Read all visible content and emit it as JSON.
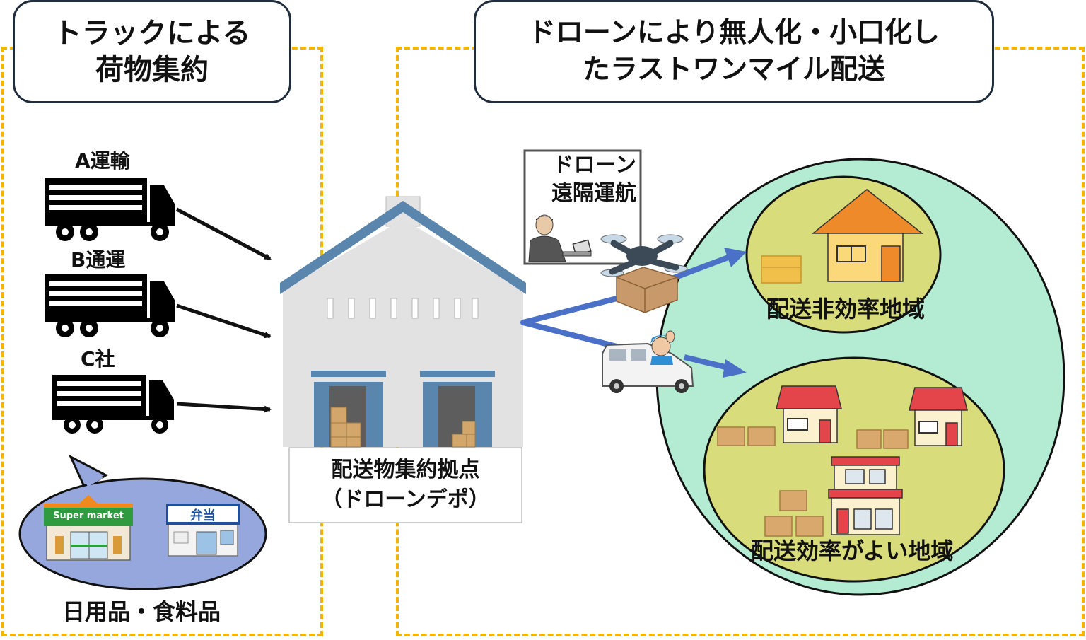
{
  "left_panel": {
    "title_line1": "トラックによる",
    "title_line2": "荷物集約",
    "trucks": [
      {
        "label": "A運輸"
      },
      {
        "label": "B通運"
      },
      {
        "label": "C社"
      }
    ],
    "bubble": {
      "supermarket_sign": "Super market",
      "bento_sign": "弁当"
    },
    "footer_label": "日用品・食料品"
  },
  "right_panel": {
    "title_line1": "ドローンにより無人化・小口化し",
    "title_line2": "たラストワンマイル配送",
    "remote_box_line1": "ドローン",
    "remote_box_line2": "遠隔運航",
    "inefficient_area_label": "配送非効率地域",
    "efficient_area_label": "配送効率がよい地域"
  },
  "depot": {
    "label_line1": "配送物集約拠点",
    "label_line2": "（ドローンデポ）"
  },
  "colors": {
    "dashed_border": "#f4b400",
    "arrow_blue": "#4a70c8",
    "outer_area": "#b3ecd2",
    "inner_area": "#d8dc7a",
    "bubble_fill": "#95a7dc"
  }
}
